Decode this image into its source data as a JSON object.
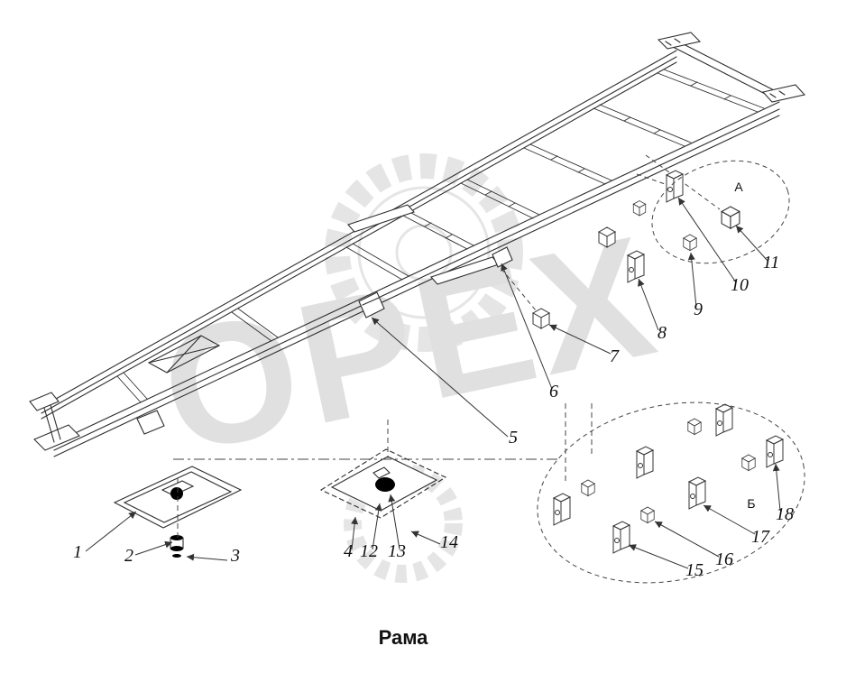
{
  "title": "Рама",
  "watermark": {
    "text": "ОРЕХ"
  },
  "regions": {
    "a": "А",
    "b": "Б"
  },
  "callouts": [
    {
      "label": "1"
    },
    {
      "label": "2"
    },
    {
      "label": "3"
    },
    {
      "label": "4"
    },
    {
      "label": "5"
    },
    {
      "label": "6"
    },
    {
      "label": "7"
    },
    {
      "label": "8"
    },
    {
      "label": "9"
    },
    {
      "label": "10"
    },
    {
      "label": "11"
    },
    {
      "label": "12"
    },
    {
      "label": "13"
    },
    {
      "label": "14"
    },
    {
      "label": "15"
    },
    {
      "label": "16"
    },
    {
      "label": "17"
    },
    {
      "label": "18"
    }
  ]
}
